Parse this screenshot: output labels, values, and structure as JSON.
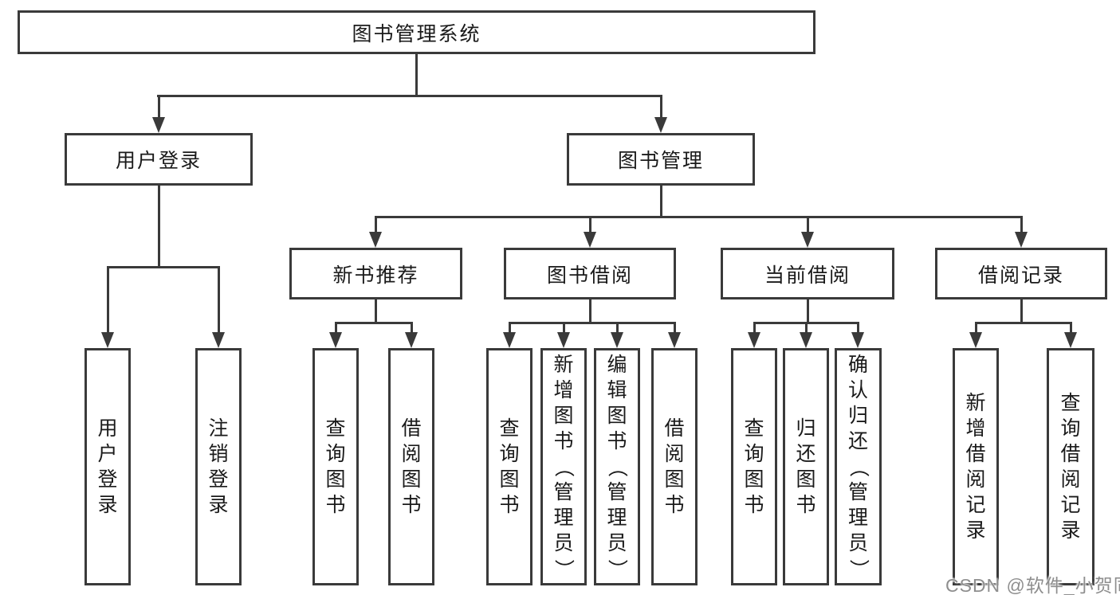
{
  "diagram": {
    "root": "图书管理系统",
    "level2": {
      "user_login": "用户登录",
      "book_mgmt": "图书管理"
    },
    "level3": {
      "recommend": "新书推荐",
      "borrow": "图书借阅",
      "current": "当前借阅",
      "records": "借阅记录"
    },
    "leaves": {
      "user": [
        "用户登录",
        "注销登录"
      ],
      "recommend": [
        "查询图书",
        "借阅图书"
      ],
      "borrow": [
        "查询图书",
        "新增图书（管理员）",
        "编辑图书（管理员）",
        "借阅图书"
      ],
      "current": [
        "查询图书",
        "归还图书",
        "确认归还（管理员）"
      ],
      "records": [
        "新增借阅记录",
        "查询借阅记录"
      ]
    }
  },
  "watermark": "CSDN @软件_小贺同学",
  "colors": {
    "line": "#3a3a3a",
    "text": "#1a1a1a",
    "watermark": "#8e8e8e",
    "background": "#ffffff"
  }
}
